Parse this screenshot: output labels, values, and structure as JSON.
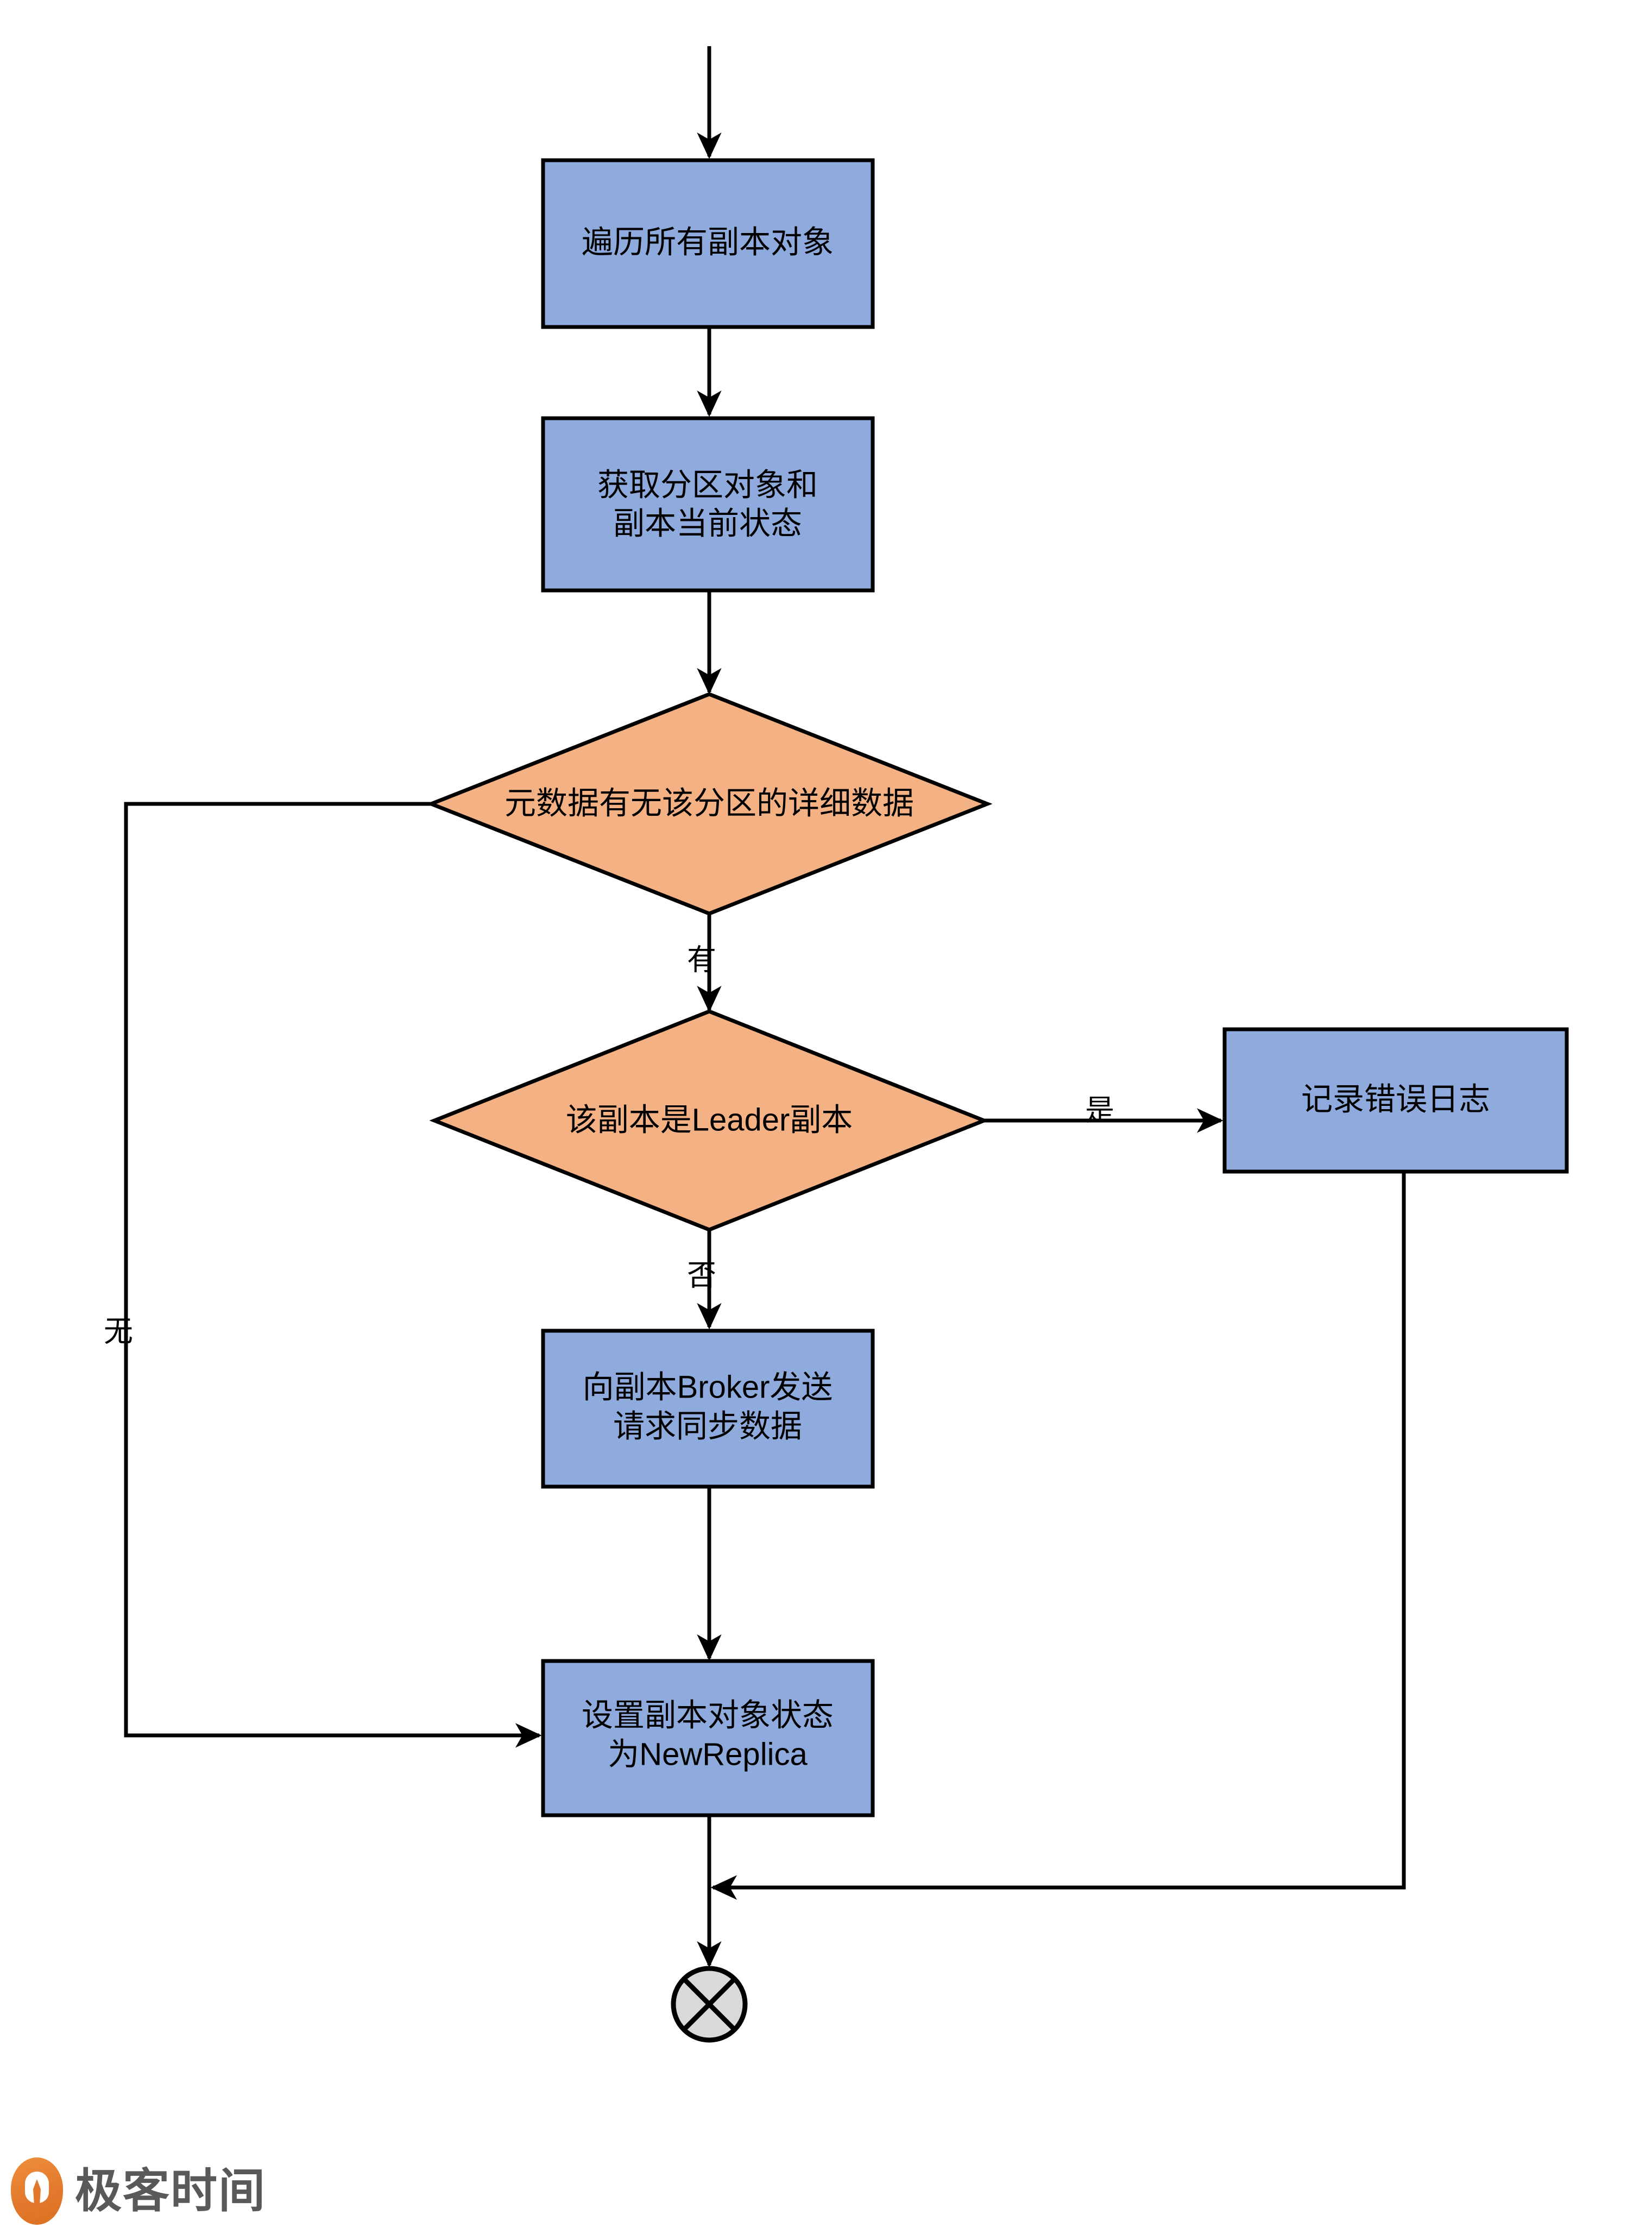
{
  "diagram": {
    "type": "flowchart",
    "title": "",
    "nodes": [
      {
        "id": "n1",
        "kind": "process",
        "label": "遍历所有副本对象",
        "lines": [
          "遍历所有副本对象"
        ],
        "fill": "#8FAADC"
      },
      {
        "id": "n2",
        "kind": "process",
        "label": "获取分区对象和副本当前状态",
        "lines": [
          "获取分区对象和",
          "副本当前状态"
        ],
        "fill": "#8FAADC"
      },
      {
        "id": "d1",
        "kind": "decision",
        "label": "元数据有无该分区的详细数据",
        "lines": [
          "元数据有无该分区的详细数据"
        ],
        "fill": "#F4B183"
      },
      {
        "id": "d2",
        "kind": "decision",
        "label": "该副本是Leader副本",
        "lines": [
          "该副本是Leader副本"
        ],
        "fill": "#F4B183"
      },
      {
        "id": "n3",
        "kind": "process",
        "label": "记录错误日志",
        "lines": [
          "记录错误日志"
        ],
        "fill": "#8FAADC"
      },
      {
        "id": "n4",
        "kind": "process",
        "label": "向副本Broker发送请求同步数据",
        "lines": [
          "向副本Broker发送",
          "请求同步数据"
        ],
        "fill": "#8FAADC"
      },
      {
        "id": "n5",
        "kind": "process",
        "label": "设置副本对象状态为NewReplica",
        "lines": [
          "设置副本对象状态",
          "为NewReplica"
        ],
        "fill": "#8FAADC"
      },
      {
        "id": "end",
        "kind": "terminator-cross",
        "label": "",
        "lines": [],
        "fill": "#D9D9D9"
      }
    ],
    "edges": [
      {
        "from": "start",
        "to": "n1",
        "label": ""
      },
      {
        "from": "n1",
        "to": "n2",
        "label": ""
      },
      {
        "from": "n2",
        "to": "d1",
        "label": ""
      },
      {
        "from": "d1",
        "to": "d2",
        "label": "有"
      },
      {
        "from": "d1",
        "to": "n5",
        "label": "无"
      },
      {
        "from": "d2",
        "to": "n3",
        "label": "是"
      },
      {
        "from": "d2",
        "to": "n4",
        "label": "否"
      },
      {
        "from": "n4",
        "to": "n5",
        "label": ""
      },
      {
        "from": "n5",
        "to": "end",
        "label": ""
      },
      {
        "from": "n3",
        "to": "end",
        "label": ""
      }
    ],
    "edge_labels": {
      "has": "有",
      "none": "无",
      "yes": "是",
      "no": "否"
    },
    "colors": {
      "process_fill": "#8FAADC",
      "decision_fill": "#F4B183",
      "stroke": "#000000",
      "end_fill": "#D9D9D9",
      "background": "#FFFFFF"
    }
  },
  "watermark": {
    "brand": "极客时间",
    "logo_color": "#E2782C",
    "text_color": "#595959"
  }
}
